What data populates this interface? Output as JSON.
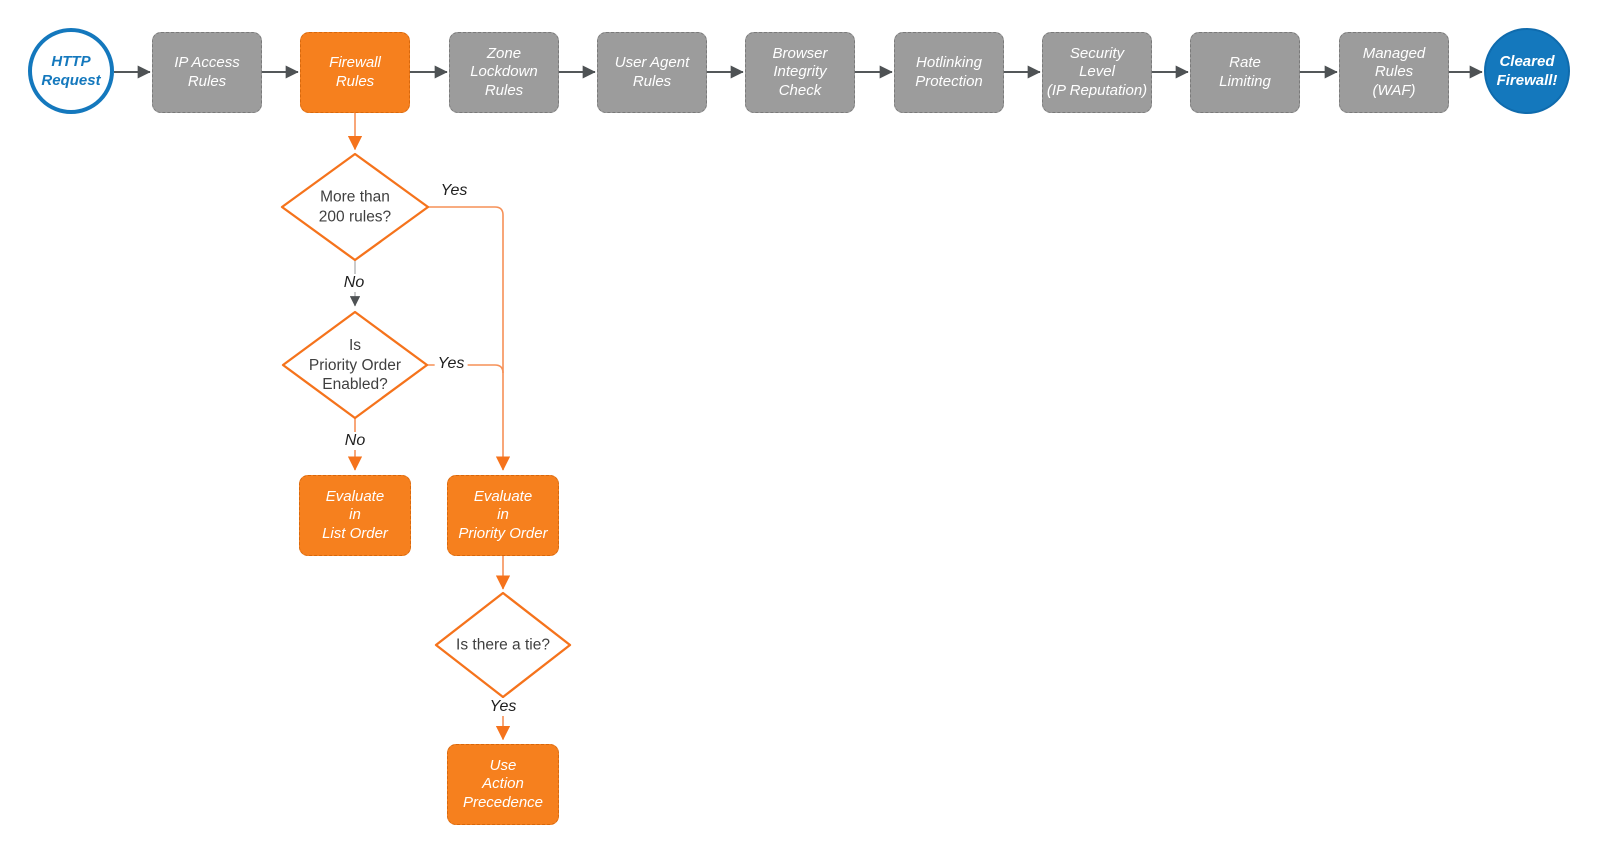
{
  "diagram": {
    "colors": {
      "accent_orange": "#F6801E",
      "orange_stroke": "#F5731C",
      "orange_line": "#F69057",
      "gray_fill": "#9C9C9C",
      "dark_arrow": "#54585A",
      "light_gray_line": "#BDBEC0",
      "blue": "#1478BD",
      "diamond_text": "#3F3F3F"
    },
    "nodes": {
      "start": {
        "label": "HTTP\nRequest"
      },
      "pipeline": [
        {
          "label": "IP Access\nRules"
        },
        {
          "label": "Firewall\nRules"
        },
        {
          "label": "Zone\nLockdown\nRules"
        },
        {
          "label": "User Agent\nRules"
        },
        {
          "label": "Browser\nIntegrity\nCheck"
        },
        {
          "label": "Hotlinking\nProtection"
        },
        {
          "label": "Security\nLevel\n(IP Reputation)"
        },
        {
          "label": "Rate\nLimiting"
        },
        {
          "label": "Managed\nRules\n(WAF)"
        }
      ],
      "end": {
        "label": "Cleared\nFirewall!"
      },
      "decisions": [
        {
          "label": "More than\n200 rules?"
        },
        {
          "label": "Is\nPriority Order\nEnabled?"
        },
        {
          "label": "Is there a tie?"
        }
      ],
      "actions": [
        {
          "label": "Evaluate\nin\nList Order"
        },
        {
          "label": "Evaluate\nin\nPriority Order"
        },
        {
          "label": "Use\nAction\nPrecedence"
        }
      ]
    },
    "edge_labels": {
      "yes1": "Yes",
      "no1": "No",
      "yes2": "Yes",
      "no2": "No",
      "yes3": "Yes"
    }
  }
}
